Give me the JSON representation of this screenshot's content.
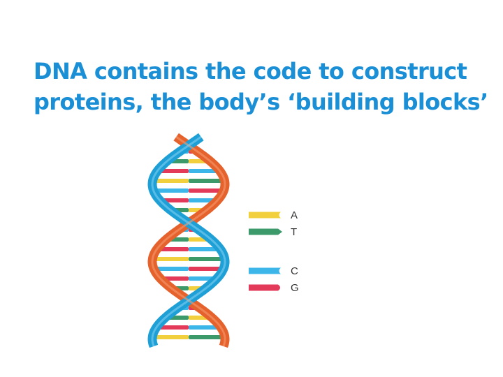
{
  "slide": {
    "title_line1": "DNA contains the code to construct",
    "title_line2": "proteins, the body’s ‘building blocks’"
  },
  "diagram": {
    "backbone_colors": {
      "strand_a": "#e5622c",
      "strand_b": "#1e9fd6"
    },
    "legend": [
      {
        "base": "A",
        "color": "#f2cf3c",
        "shape": "notch"
      },
      {
        "base": "T",
        "color": "#3c9a6a",
        "shape": "arrow"
      },
      {
        "base": "C",
        "color": "#3cb6e8",
        "shape": "notch"
      },
      {
        "base": "G",
        "color": "#e33a5a",
        "shape": "round"
      }
    ]
  }
}
